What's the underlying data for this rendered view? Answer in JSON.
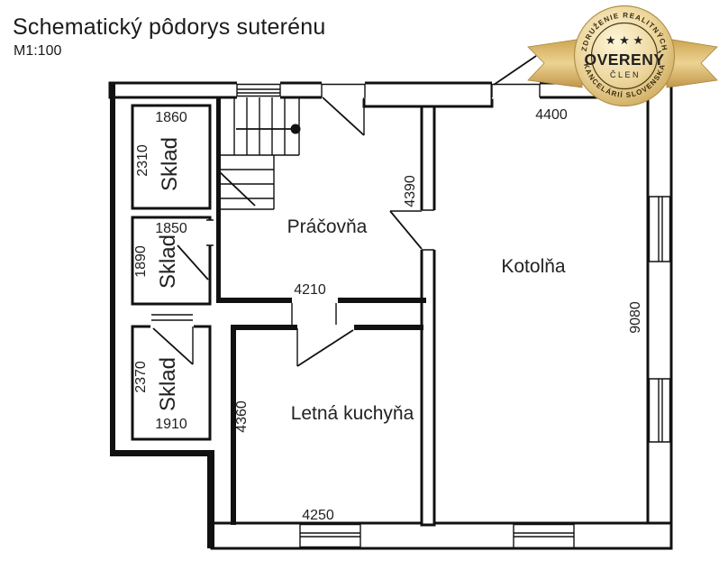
{
  "header": {
    "title": "Schematický pôdorys suterénu",
    "scale": "M1:100"
  },
  "badge": {
    "association_line": "ZDRUŽENIE REALITNÝCH",
    "status": "OVERENÝ",
    "member": "ČLEN",
    "offices_line": "KANCELÁRIÍ SLOVENSKA",
    "stars": "★ ★ ★",
    "colors": {
      "gold": "#d9b668",
      "gold_dark": "#c79d4f",
      "text": "#332712"
    }
  },
  "floorplan": {
    "colors": {
      "wall": "#111111",
      "label": "#222222",
      "background": "#ffffff"
    },
    "rooms": {
      "sklad_top": {
        "label": "Sklad",
        "dim_width": "1860",
        "dim_height": "2310"
      },
      "sklad_middle": {
        "label": "Sklad",
        "dim_width": "1850",
        "dim_height": "1890"
      },
      "sklad_bottom": {
        "label": "Sklad",
        "dim_width": "1910",
        "dim_height": "2370"
      },
      "pracovna": {
        "label": "Práčovňa",
        "dim_width": "4210",
        "dim_height": "4390"
      },
      "kotolna": {
        "label": "Kotolňa",
        "dim_width": "4400",
        "dim_height": "9080"
      },
      "letna_kuchyna": {
        "label": "Letná kuchyňa",
        "dim_width": "4250",
        "dim_height": "4360"
      }
    }
  }
}
